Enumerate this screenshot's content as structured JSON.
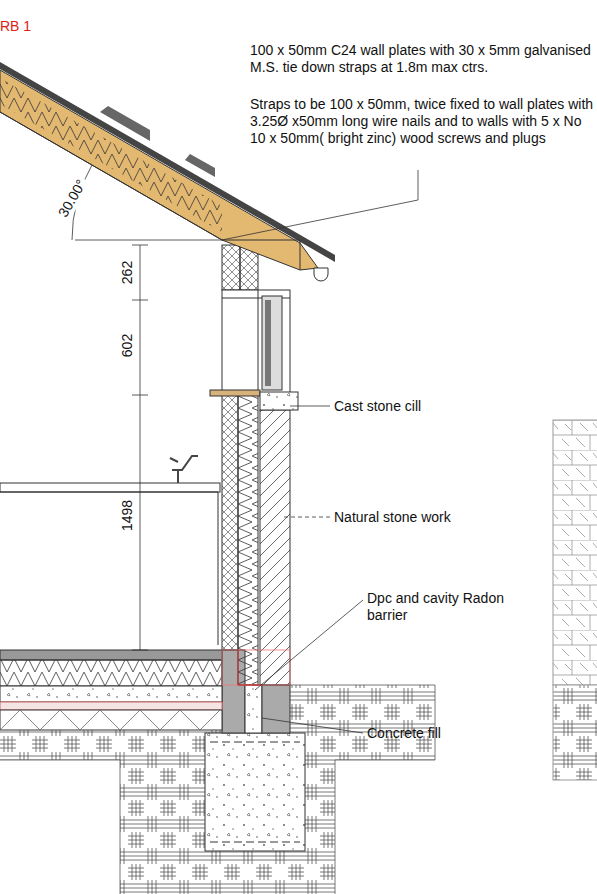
{
  "diagram": {
    "labels": [
      "RB 1",
      "100 x 50mm C24 wall plates with 30 x 5mm galvanised M.S. tie down straps at 1.8m max ctrs.",
      "Straps to be 100 x 50mm, twice fixed to wall plates with 3.25Ø x50mm long wire nails and to walls with 5 x No 10 x 50mm( bright zinc) wood screws and plugs",
      "30.00°",
      "262",
      "602",
      "1498",
      "Cast stone cill",
      "Natural stone work",
      "Dpc and cavity Radon barrier",
      "Concrete fill"
    ]
  }
}
